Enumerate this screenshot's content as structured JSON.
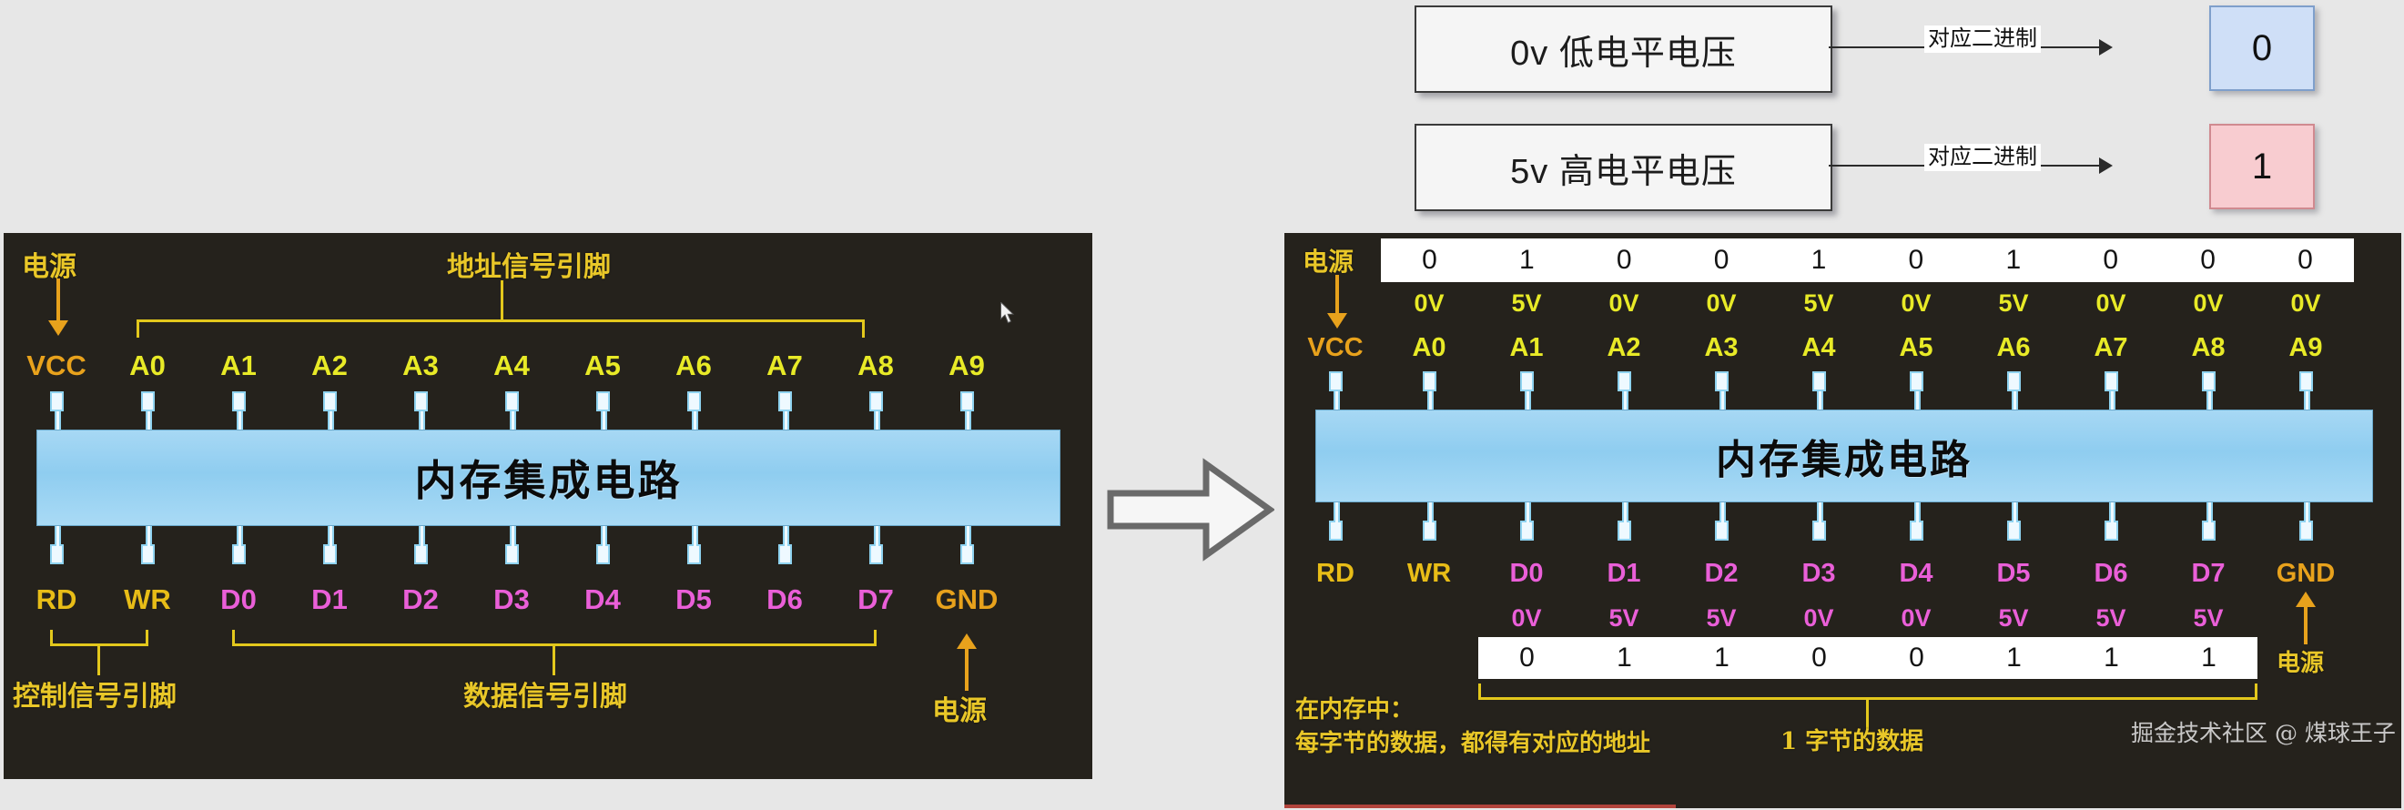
{
  "legend": {
    "rows": [
      {
        "voltage_label": "0v 低电平电压",
        "arrow_label": "对应二进制",
        "binary_value": "0",
        "value_color": "#cfdff7"
      },
      {
        "voltage_label": "5v 高电平电压",
        "arrow_label": "对应二进制",
        "binary_value": "1",
        "value_color": "#f8ccd0"
      }
    ]
  },
  "left_panel": {
    "chip_label": "内存集成电路",
    "power_top_label": "电源",
    "power_bottom_label": "电源",
    "address_group_label": "地址信号引脚",
    "control_group_label": "控制信号引脚",
    "data_group_label": "数据信号引脚",
    "top_pins": [
      "VCC",
      "A0",
      "A1",
      "A2",
      "A3",
      "A4",
      "A5",
      "A6",
      "A7",
      "A8",
      "A9"
    ],
    "bottom_pins": [
      "RD",
      "WR",
      "D0",
      "D1",
      "D2",
      "D3",
      "D4",
      "D5",
      "D6",
      "D7",
      "GND"
    ]
  },
  "right_panel": {
    "chip_label": "内存集成电路",
    "power_top_label": "电源",
    "power_bottom_label": "电源",
    "top_pins": [
      "VCC",
      "A0",
      "A1",
      "A2",
      "A3",
      "A4",
      "A5",
      "A6",
      "A7",
      "A8",
      "A9"
    ],
    "bottom_pins": [
      "RD",
      "WR",
      "D0",
      "D1",
      "D2",
      "D3",
      "D4",
      "D5",
      "D6",
      "D7",
      "GND"
    ],
    "address_bits": [
      "0",
      "1",
      "0",
      "0",
      "1",
      "0",
      "1",
      "0",
      "0",
      "0"
    ],
    "address_voltages": [
      "0V",
      "5V",
      "0V",
      "0V",
      "5V",
      "0V",
      "5V",
      "0V",
      "0V",
      "0V"
    ],
    "data_bits": [
      "0",
      "1",
      "1",
      "0",
      "0",
      "1",
      "1",
      "1"
    ],
    "data_voltages": [
      "0V",
      "5V",
      "5V",
      "0V",
      "0V",
      "5V",
      "5V",
      "5V"
    ],
    "note_title": "在内存中：",
    "note_line": "每字节的数据，都得有对应的地址",
    "byte_group_label": "1 字节的数据",
    "watermark": "掘金技术社区 @ 煤球王子"
  },
  "colors": {
    "panel_bg": "#25221c",
    "chip_fill": "#8fcdf0",
    "address_yellow": "#e8ea27",
    "data_magenta": "#ea5fd8",
    "power_orange": "#e8a21c",
    "bracket_yellow": "#e3c81c",
    "page_bg": "#e7e7e7"
  }
}
